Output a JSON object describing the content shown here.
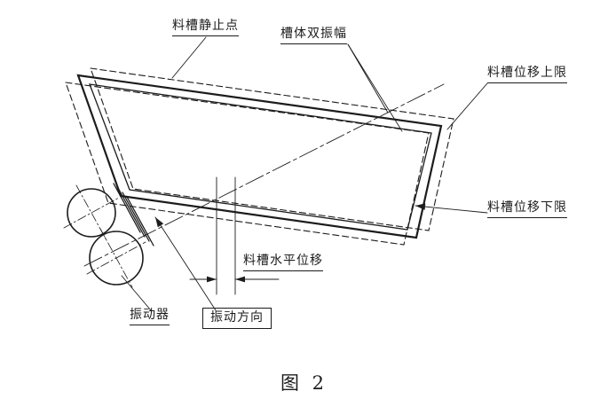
{
  "figure": {
    "caption": "图 2",
    "colors": {
      "line": "#1c1c1c",
      "bg": "#ffffff"
    },
    "labels": {
      "static_point": "料槽静止点",
      "double_amplitude": "槽体双振幅",
      "upper_limit": "料槽位移上限",
      "lower_limit": "料槽位移下限",
      "horizontal_displacement": "料槽水平位移",
      "vibrator": "振动器",
      "vibration_direction": "振动方向"
    }
  }
}
